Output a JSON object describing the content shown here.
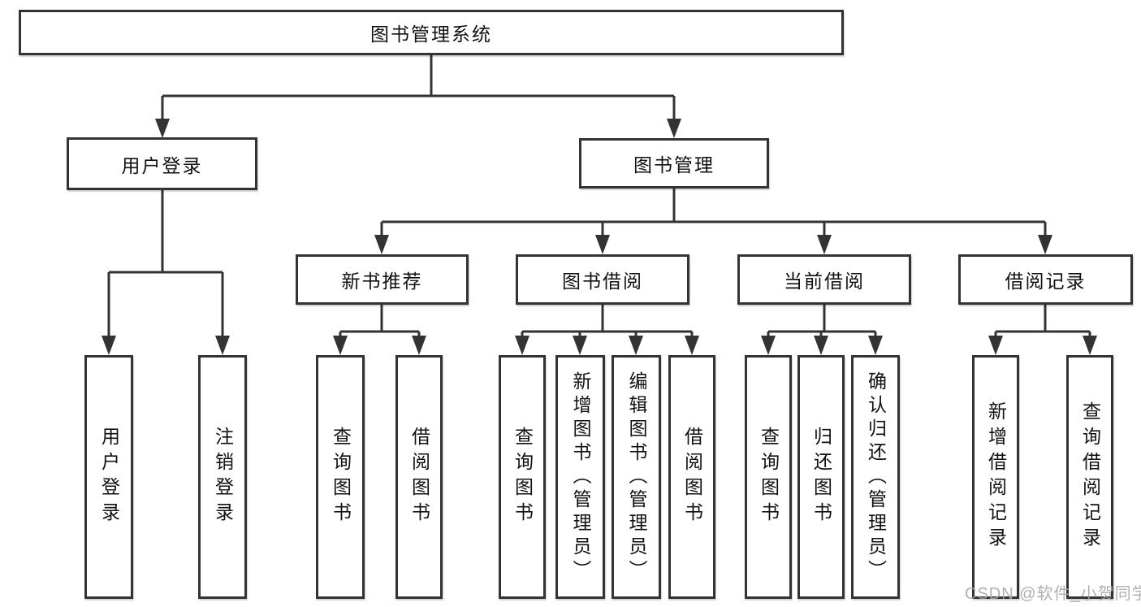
{
  "diagram": {
    "root": {
      "label": "图书管理系统"
    },
    "branches": [
      {
        "label": "用户登录",
        "leaves": [
          {
            "label": "用户登录"
          },
          {
            "label": "注销登录"
          }
        ]
      },
      {
        "label": "图书管理",
        "groups": [
          {
            "label": "新书推荐",
            "leaves": [
              {
                "label": "查询图书"
              },
              {
                "label": "借阅图书"
              }
            ]
          },
          {
            "label": "图书借阅",
            "leaves": [
              {
                "label": "查询图书"
              },
              {
                "label": "新增图书（管理员）"
              },
              {
                "label": "编辑图书（管理员）"
              },
              {
                "label": "借阅图书"
              }
            ]
          },
          {
            "label": "当前借阅",
            "leaves": [
              {
                "label": "查询图书"
              },
              {
                "label": "归还图书"
              },
              {
                "label": "确认归还（管理员）"
              }
            ]
          },
          {
            "label": "借阅记录",
            "leaves": [
              {
                "label": "新增借阅记录"
              },
              {
                "label": "查询借阅记录"
              }
            ]
          }
        ]
      }
    ]
  },
  "watermark": {
    "text": "CSDN @软件_小贺同学"
  },
  "colors": {
    "line": "#333333",
    "box_border": "#333333",
    "box_fill": "#ffffff",
    "text": "#111111",
    "background": "#ffffff",
    "watermark": "#a8a8a8"
  }
}
